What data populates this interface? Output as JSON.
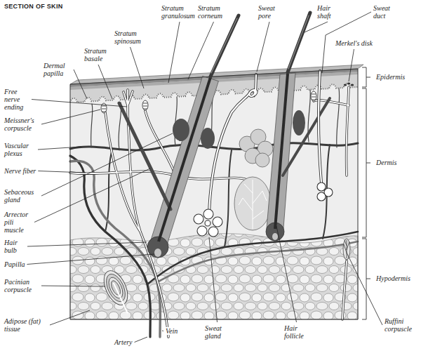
{
  "diagram": {
    "title": "SECTION OF SKIN",
    "labels": [
      "Stratum granulosum",
      "Stratum corneum",
      "Sweat pore",
      "Hair shaft",
      "Sweat duct",
      "Merkel's disk",
      "Stratum spinosum",
      "Stratum basale",
      "Dermal papilla",
      "Epidermis",
      "Free nerve ending",
      "Meissner's corpuscle",
      "Vascular plexus",
      "Nerve fiber",
      "Sebaceous gland",
      "Dermis",
      "Arrector pili muscle",
      "Hair bulb",
      "Papilla",
      "Pacinian corpuscle",
      "Hypodermis",
      "Ruffini corpuscle",
      "Adipose (fat) tissue",
      "Artery",
      "Vein",
      "Sweat gland",
      "Hair follicle"
    ]
  }
}
